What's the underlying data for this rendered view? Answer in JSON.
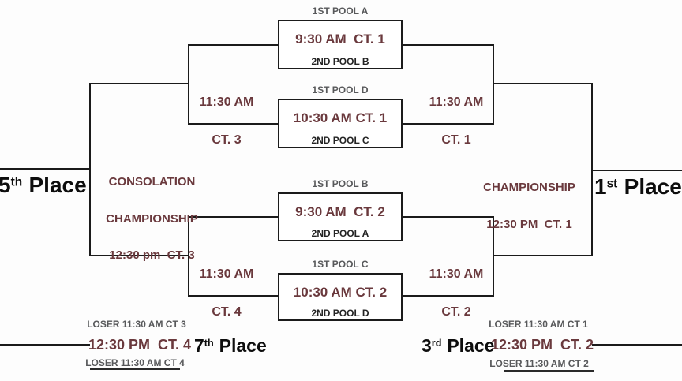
{
  "colors": {
    "accent_maroon": "#6a393d",
    "seed_gray": "#58595b",
    "text_black": "#0d0d0d",
    "line_black": "#1b1b1b"
  },
  "matches": [
    {
      "top_label": "1ST POOL A",
      "time": "9:30 AM  CT. 1",
      "bottom_label": "2ND POOL B"
    },
    {
      "top_label": "1ST POOL D",
      "time": "10:30 AM CT. 1",
      "bottom_label": "2ND POOL C"
    },
    {
      "top_label": "1ST POOL B",
      "time": "9:30 AM  CT. 2",
      "bottom_label": "2ND POOL A"
    },
    {
      "top_label": "1ST POOL C",
      "time": "10:30 AM CT. 2",
      "bottom_label": "2ND POOL D"
    }
  ],
  "semifinals": {
    "consolation_top": {
      "line1": "11:30 AM",
      "line2": "CT. 3"
    },
    "consolation_bottom": {
      "line1": "11:30 AM",
      "line2": "CT. 4"
    },
    "championship_top": {
      "line1": "11:30 AM",
      "line2": "CT. 1"
    },
    "championship_bottom": {
      "line1": "11:30 AM",
      "line2": "CT. 2"
    }
  },
  "finals": {
    "consolation": {
      "line1": "CONSOLATION",
      "line2": "CHAMPIONSHIP",
      "line3": "12:30 pm  CT. 3"
    },
    "championship": {
      "line1": "CHAMPIONSHIP",
      "line2": "12:30 PM  CT. 1"
    }
  },
  "places": {
    "first": {
      "number": "1",
      "ordinal": "st",
      "word": "Place"
    },
    "third": {
      "number": "3",
      "ordinal": "rd",
      "word": "Place"
    },
    "fifth": {
      "number": "5",
      "ordinal": "th",
      "word": "Place"
    },
    "seventh": {
      "number": "7",
      "ordinal": "th",
      "word": "Place"
    }
  },
  "seventh_place_game": {
    "top_feed": "LOSER 11:30 AM CT 3",
    "time": "12:30 PM  CT. 4",
    "bottom_feed": "LOSER 11:30 AM CT 4"
  },
  "third_place_game": {
    "top_feed": "LOSER 11:30 AM CT 1",
    "time": "12:30 PM  CT. 2",
    "bottom_feed": "LOSER 11:30 AM CT 2"
  }
}
